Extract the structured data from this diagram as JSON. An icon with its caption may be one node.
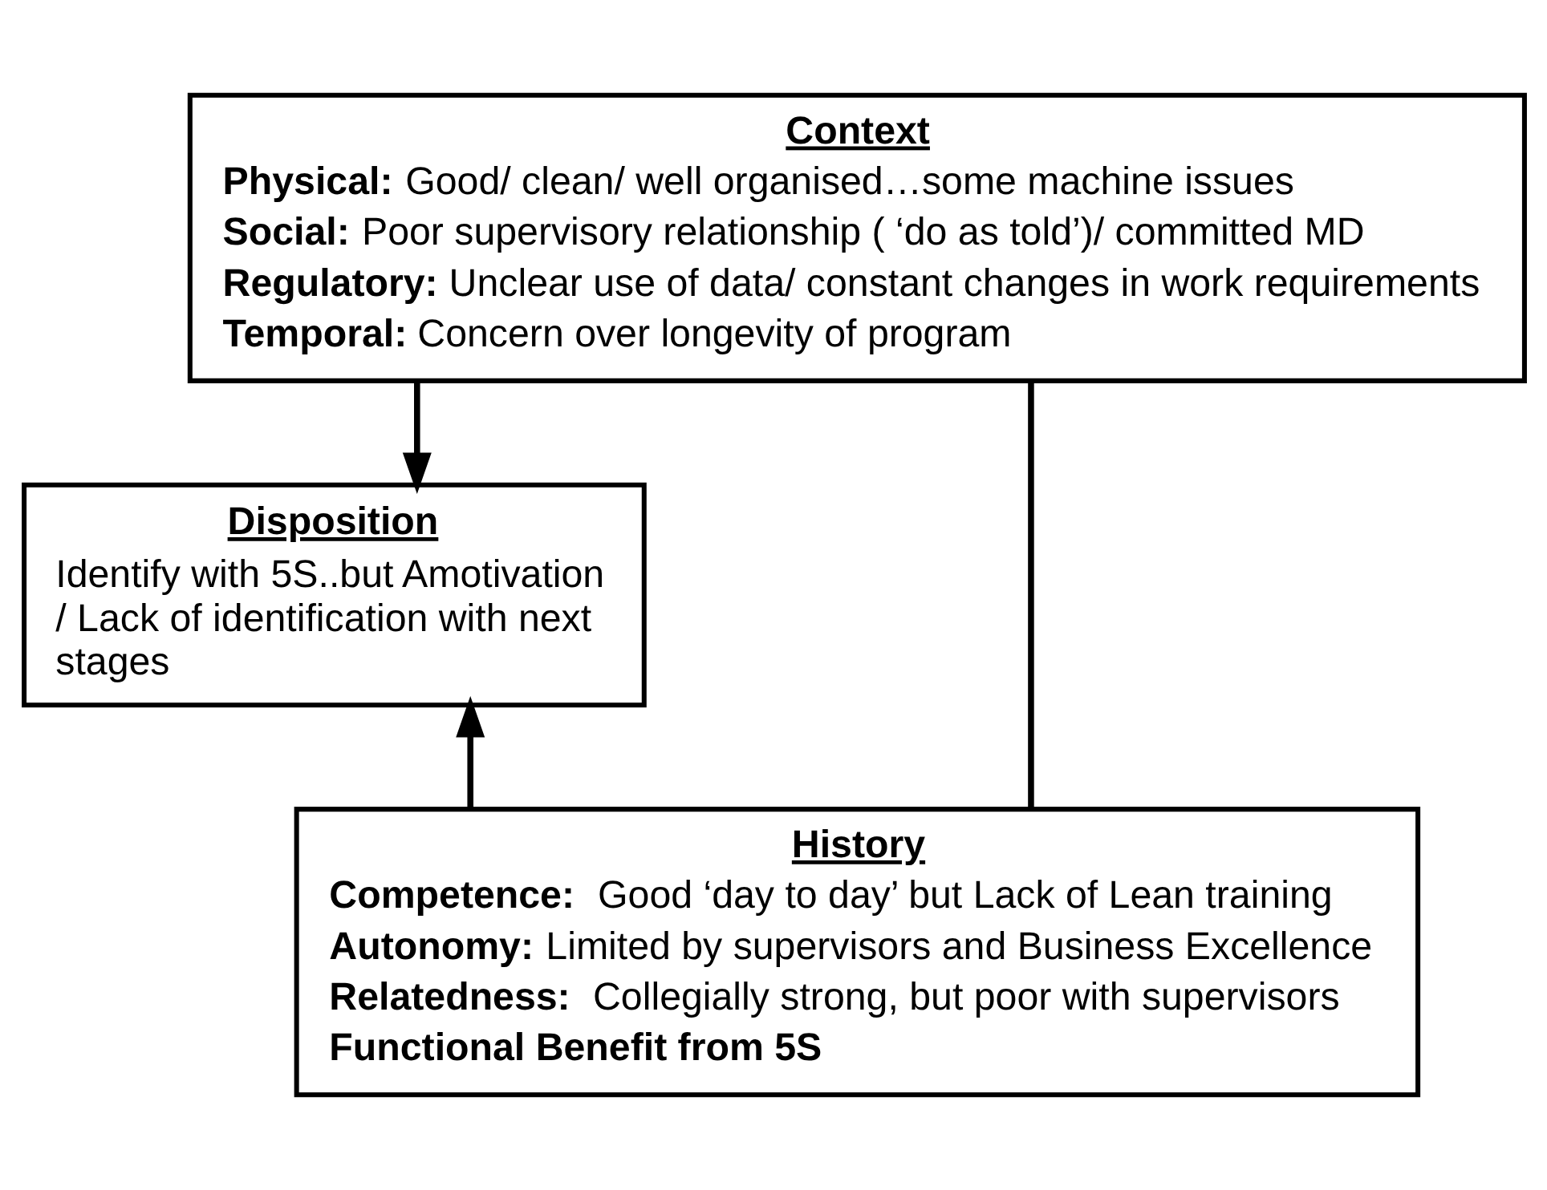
{
  "diagram": {
    "nodes": [
      {
        "text": [
          "Context",
          "**Physical:** Good/ clean/ well organised…some machine issues",
          "**Social:** Poor supervisory relationship ( ‘do as told’)/ committed MD",
          "**Regulatory:** Unclear use of data/ constant changes in work requirements",
          "**Temporal:** Concern over longevity of program"
        ]
      },
      {
        "text": [
          "Disposition",
          "Identify with 5S..but Amotivation / Lack of identification with next stages"
        ]
      },
      {
        "text": [
          "History",
          "**Competence:**  Good ‘day to day’ but Lack of Lean training",
          "**Autonomy:** Limited by supervisors and Business Excellence",
          "**Relatedness:**  Collegially strong, but poor with supervisors",
          "**Functional Benefit from 5S**"
        ]
      }
    ],
    "edges": [
      {
        "from": 0,
        "to": 2,
        "arrow": "none"
      },
      {
        "from": 0,
        "to": 1,
        "arrow": "to"
      },
      {
        "from": 2,
        "to": 1,
        "arrow": "to"
      }
    ]
  }
}
